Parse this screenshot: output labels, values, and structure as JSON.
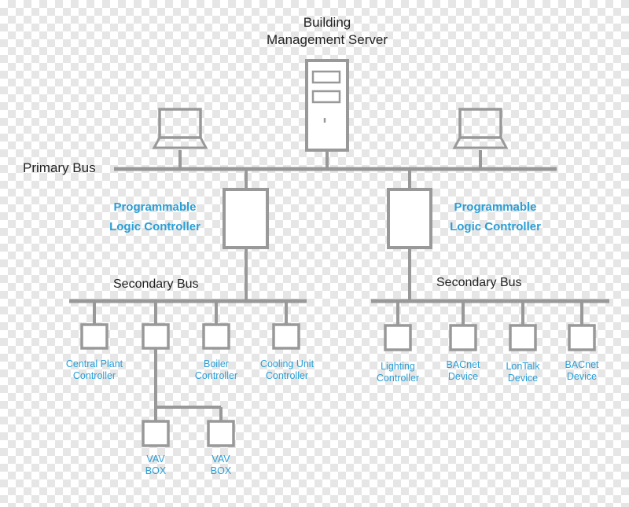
{
  "server": {
    "label_line1": "Building",
    "label_line2": "Management Server"
  },
  "primary_bus": {
    "label": "Primary Bus"
  },
  "plc_left": {
    "line1": "Programmable",
    "line2": "Logic Controller"
  },
  "plc_right": {
    "line1": "Programmable",
    "line2": "Logic Controller"
  },
  "secondary_bus_left": {
    "label": "Secondary Bus"
  },
  "secondary_bus_right": {
    "label": "Secondary Bus"
  },
  "devices_left": [
    {
      "line1": "Central Plant",
      "line2": "Controller"
    },
    {
      "line1": "Boiler",
      "line2": "Controller"
    },
    {
      "line1": "Cooling Unit",
      "line2": "Controller"
    }
  ],
  "vav_boxes": [
    {
      "line1": "VAV",
      "line2": "BOX"
    },
    {
      "line1": "VAV",
      "line2": "BOX"
    }
  ],
  "devices_right": [
    {
      "line1": "Lighting",
      "line2": "Controller"
    },
    {
      "line1": "BACnet",
      "line2": "Device"
    },
    {
      "line1": "LonTalk",
      "line2": "Device"
    },
    {
      "line1": "BACnet",
      "line2": "Device"
    }
  ],
  "colors": {
    "line": "#999999",
    "label_blue": "#2a9fd6",
    "label_dark": "#222222"
  }
}
